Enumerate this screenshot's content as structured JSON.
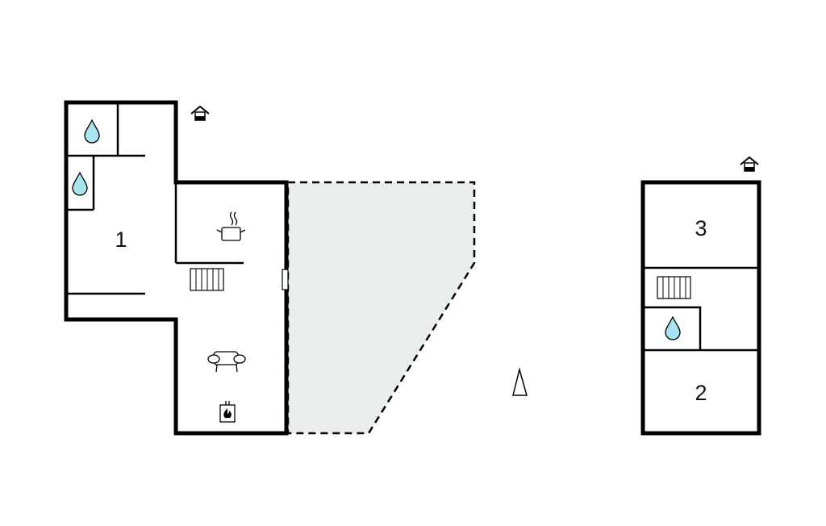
{
  "plan": {
    "room_labels": [
      "1",
      "2",
      "3"
    ],
    "icons": [
      "entrance-icon",
      "water-drop-icon",
      "stairs-icon",
      "cooking-pot-icon",
      "sofa-icon",
      "fireplace-icon",
      "north-arrow-icon",
      "door-icon"
    ],
    "colors": {
      "wall": "#000000",
      "water": "#a8e4ef",
      "terrace": "#e9eded"
    }
  }
}
